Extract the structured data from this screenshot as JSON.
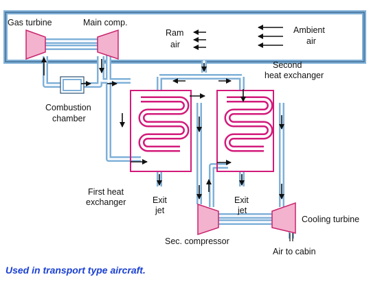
{
  "colors": {
    "pipe": "#7fb0d8",
    "pipe_fill": "#ffffff",
    "exchanger": "#d21a7a",
    "machine": "#c8236e",
    "machine_fill": "#f3b2cd",
    "arrow": "#111111",
    "caption": "#1a3fd1"
  },
  "labels": {
    "gas_turbine": "Gas turbine",
    "main_comp": "Main comp.",
    "ram_air_1": "Ram",
    "ram_air_2": "air",
    "ambient_air_1": "Ambient",
    "ambient_air_2": "air",
    "second_hx_1": "Second",
    "second_hx_2": "heat exchanger",
    "combustion_1": "Combustion",
    "combustion_2": "chamber",
    "first_hx_1": "First heat",
    "first_hx_2": "exchanger",
    "exit_jet_1_a": "Exit",
    "exit_jet_1_b": "jet",
    "exit_jet_2_a": "Exit",
    "exit_jet_2_b": "jet",
    "sec_compressor": "Sec. compressor",
    "cooling_turbine": "Cooling turbine",
    "air_to_cabin": "Air to cabin"
  },
  "caption": "Used in transport type aircraft."
}
